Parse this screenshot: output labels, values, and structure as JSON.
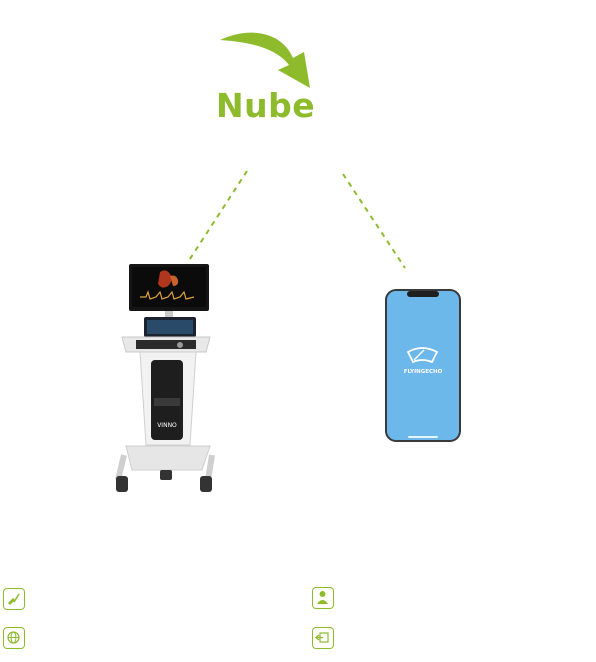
{
  "diagram": {
    "cloud_label": "Nube",
    "phone_brand": "FLYINGECHO",
    "machine_brand": "VINNO",
    "accent_color": "#8dbb2b",
    "phone_screen_color": "#6cb8eb"
  },
  "legend_icons": [
    {
      "name": "writing-hand-icon"
    },
    {
      "name": "doctor-icon"
    },
    {
      "name": "globe-icon"
    },
    {
      "name": "transfer-icon"
    }
  ]
}
